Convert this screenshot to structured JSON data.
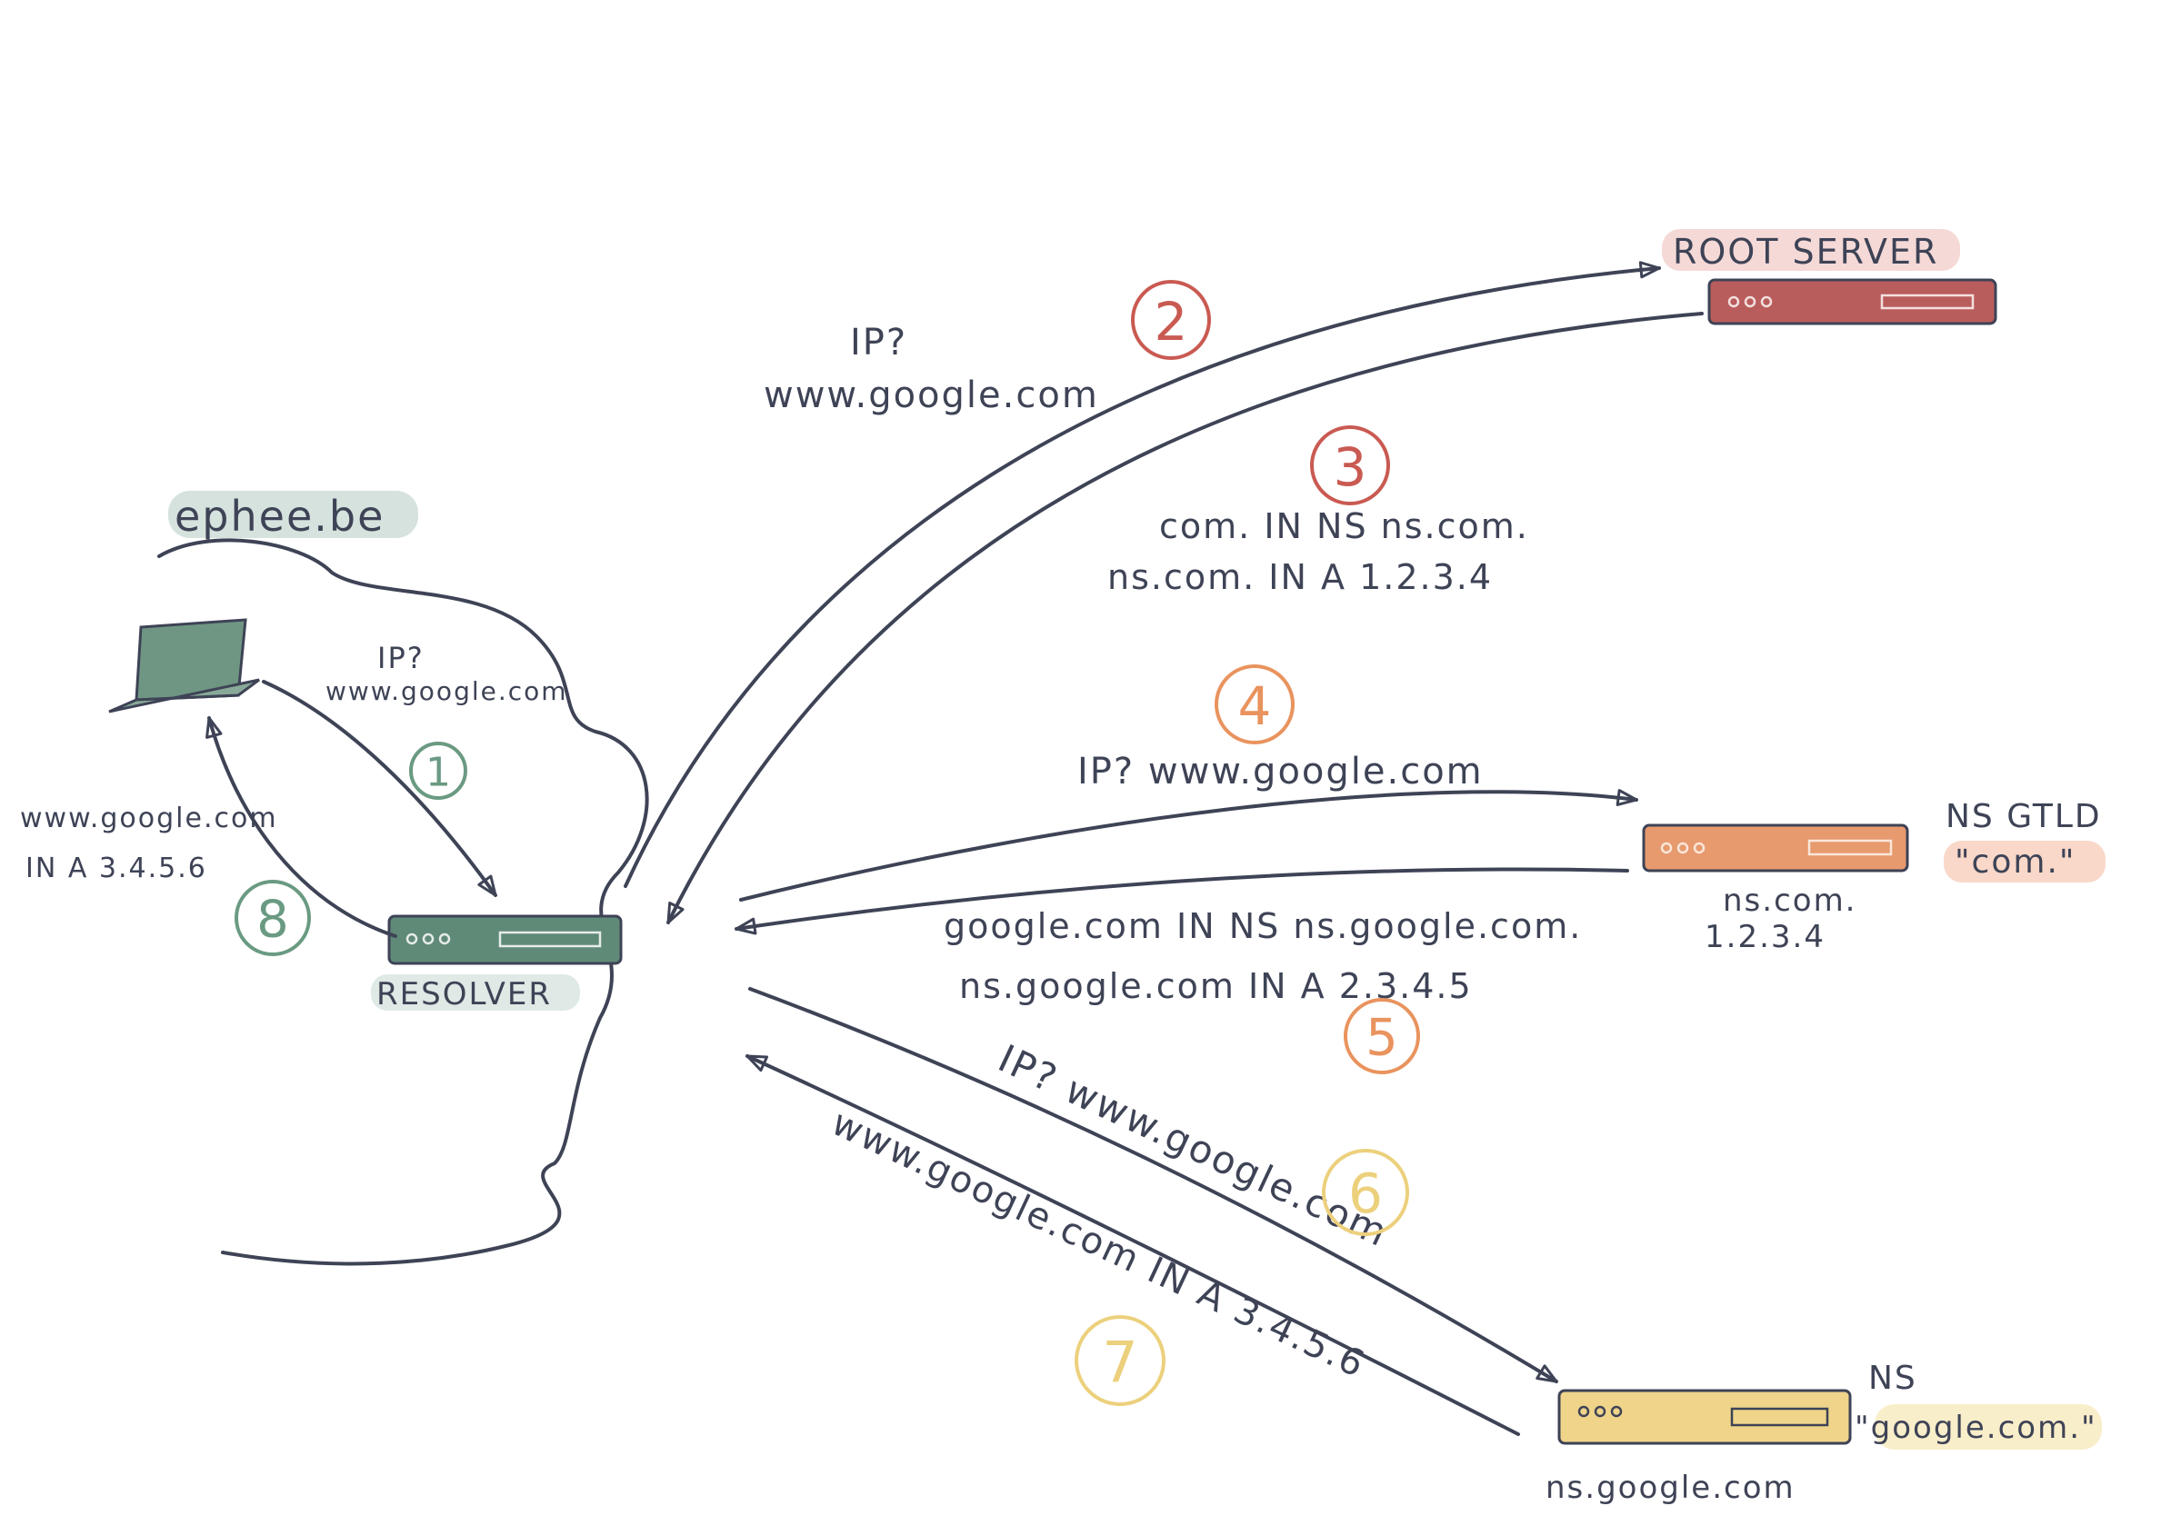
{
  "domain_label": "ephee.be",
  "colors": {
    "ink": "#3e4356",
    "resolver": "#5f8a78",
    "root": "#b95d5c",
    "gtld": "#e79a6e",
    "google_ns": "#efd48a",
    "num_green": "#6a9a82",
    "num_red": "#c95a52",
    "num_orange": "#e9935e",
    "num_yellow": "#ecd07c"
  },
  "icons": {
    "client": "laptop-icon",
    "servers": "server-rack-icon"
  },
  "nodes": {
    "resolver": {
      "label": "RESOLVER"
    },
    "root": {
      "label": "ROOT SERVER"
    },
    "gtld": {
      "role_line1": "NS GTLD",
      "role_line2": "\"com.\"",
      "host": "ns.com.",
      "ip": "1.2.3.4"
    },
    "google_ns": {
      "role_line1": "NS",
      "role_line2": "\"google.com.\"",
      "host": "ns.google.com"
    }
  },
  "steps": [
    {
      "number": "1",
      "lines": [
        "IP?",
        "www.google.com"
      ]
    },
    {
      "number": "2",
      "lines": [
        "IP?",
        "www.google.com"
      ]
    },
    {
      "number": "3",
      "lines": [
        "com. IN NS ns.com.",
        "ns.com. IN A 1.2.3.4"
      ]
    },
    {
      "number": "4",
      "lines": [
        "IP? www.google.com"
      ]
    },
    {
      "number": "5",
      "lines": [
        "google.com IN NS ns.google.com.",
        "ns.google.com IN A 2.3.4.5"
      ]
    },
    {
      "number": "6",
      "lines": [
        "IP? www.google.com"
      ]
    },
    {
      "number": "7",
      "lines": [
        "www.google.com IN A 3.4.5.6"
      ]
    },
    {
      "number": "8",
      "lines": [
        "www.google.com",
        "IN A 3.4.5.6"
      ]
    }
  ]
}
